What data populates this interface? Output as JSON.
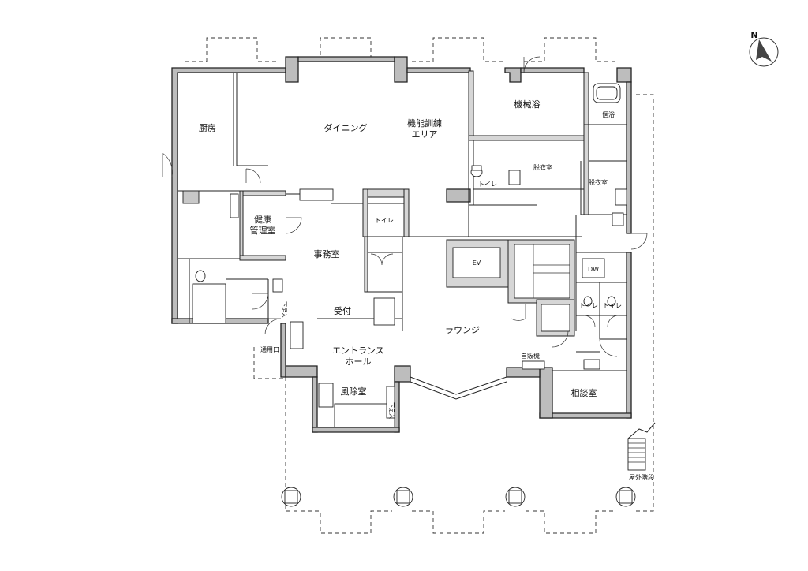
{
  "rooms": {
    "kitchen": "厨房",
    "dining": "ダイニング",
    "training_line1": "機能訓練",
    "training_line2": "エリア",
    "machine_bath": "機械浴",
    "private_bath": "個浴",
    "dressing1": "脱衣室",
    "dressing2": "脱衣室",
    "toilet_bath": "トイレ",
    "toilet_center": "トイレ",
    "toilet_small1": "トイレ",
    "toilet_small2": "トイレ",
    "health_line1": "健康",
    "health_line2": "管理室",
    "office": "事務室",
    "reception": "受付",
    "lounge": "ラウンジ",
    "ev": "EV",
    "dw": "DW",
    "entrance_line1": "エントランス",
    "entrance_line2": "ホール",
    "windbreak": "風除室",
    "vending": "自販機",
    "consult": "相談室",
    "service_door": "通用口",
    "outdoor_stairs": "屋外階段",
    "shoe_box1": "下足入",
    "shoe_box2": "下足入"
  },
  "compass": {
    "letter": "N"
  }
}
